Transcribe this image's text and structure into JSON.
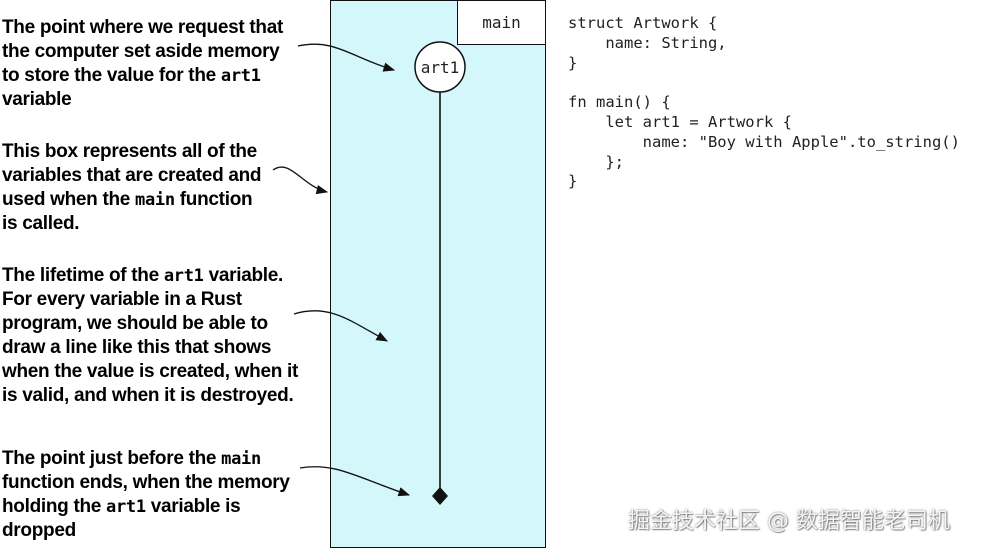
{
  "annotations": [
    {
      "id": "request-memory",
      "lines": [
        [
          {
            "t": "The point where we request that"
          }
        ],
        [
          {
            "t": "the computer set aside memory"
          }
        ],
        [
          {
            "t": "to store the value for the "
          },
          {
            "t": "art1",
            "code": true
          }
        ],
        [
          {
            "t": "variable"
          }
        ]
      ]
    },
    {
      "id": "scope-box",
      "lines": [
        [
          {
            "t": "This box represents all of the"
          }
        ],
        [
          {
            "t": "variables that are created and"
          }
        ],
        [
          {
            "t": "used when the "
          },
          {
            "t": "main",
            "code": true
          },
          {
            "t": " function"
          }
        ],
        [
          {
            "t": "is called."
          }
        ]
      ]
    },
    {
      "id": "lifetime",
      "lines": [
        [
          {
            "t": "The lifetime of the "
          },
          {
            "t": "art1",
            "code": true
          },
          {
            "t": " variable."
          }
        ],
        [
          {
            "t": "For every variable in a Rust"
          }
        ],
        [
          {
            "t": "program, we should be able to"
          }
        ],
        [
          {
            "t": "draw a line like this that shows"
          }
        ],
        [
          {
            "t": "when the value is created, when it"
          }
        ],
        [
          {
            "t": "is valid, and when it is destroyed."
          }
        ]
      ]
    },
    {
      "id": "dropped",
      "lines": [
        [
          {
            "t": "The point just before the "
          },
          {
            "t": "main",
            "code": true
          }
        ],
        [
          {
            "t": "function ends, when the memory"
          }
        ],
        [
          {
            "t": "holding the "
          },
          {
            "t": "art1",
            "code": true
          },
          {
            "t": " variable is"
          }
        ],
        [
          {
            "t": "dropped"
          }
        ]
      ]
    }
  ],
  "scope_label": "main",
  "variable_label": "art1",
  "code_lines": [
    "struct Artwork {",
    "    name: String,",
    "}",
    "",
    "fn main() {",
    "    let art1 = Artwork {",
    "        name: \"Boy with Apple\".to_string()",
    "    };",
    "}"
  ],
  "watermark": "掘金技术社区 @ 数据智能老司机",
  "colors": {
    "scope_fill": "#d3f7fb",
    "stroke": "#111111",
    "text": "#000000"
  }
}
